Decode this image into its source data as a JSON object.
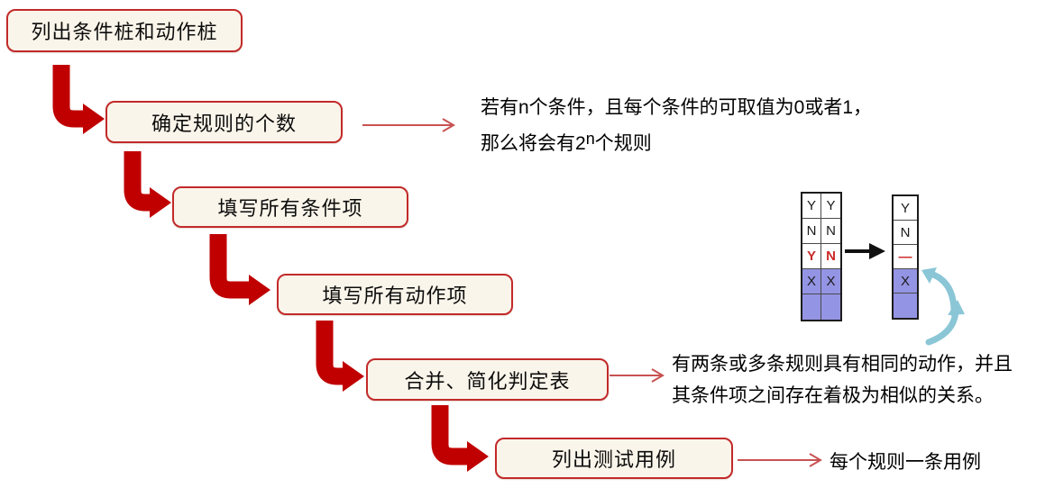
{
  "flow_boxes": {
    "step1": "列出条件桩和动作桩",
    "step2": "确定规则的个数",
    "step3": "填写所有条件项",
    "step4": "填写所有动作项",
    "step5": "合并、简化判定表",
    "step6": "列出测试用例"
  },
  "annotations": {
    "rules_count": {
      "line1": "若有n个条件，且每个条件的可取值为0或者1，",
      "line2_prefix": "那么将会有2",
      "line2_sup": "n",
      "line2_suffix": "个规则"
    },
    "merge_rule": {
      "line1": "有两条或多条规则具有相同的动作，并且",
      "line2": "其条件项之间存在着极为相似的关系。"
    },
    "test_case": "每个规则一条用例"
  },
  "table_illustration": {
    "left_table": {
      "rows": [
        {
          "cells": [
            "Y",
            "Y"
          ]
        },
        {
          "cells": [
            "N",
            "N"
          ]
        },
        {
          "cells": [
            "Y",
            "N"
          ]
        },
        {
          "cells": [
            "X",
            "X"
          ]
        },
        {
          "cells": [
            "",
            ""
          ]
        }
      ]
    },
    "right_table": {
      "rows": [
        {
          "cells": [
            "Y"
          ]
        },
        {
          "cells": [
            "N"
          ]
        },
        {
          "cells": [
            "—"
          ]
        },
        {
          "cells": [
            "X"
          ]
        },
        {
          "cells": [
            ""
          ]
        }
      ]
    }
  },
  "colors": {
    "box_border": "#c22a2a",
    "box_fill": "#faf5ea",
    "thick_arrow": "#c00000",
    "thin_arrow": "#c85252",
    "table_blue": "#9494e4",
    "table_red": "#cc2a2a",
    "cyan_arrow": "#8ac6d6"
  }
}
